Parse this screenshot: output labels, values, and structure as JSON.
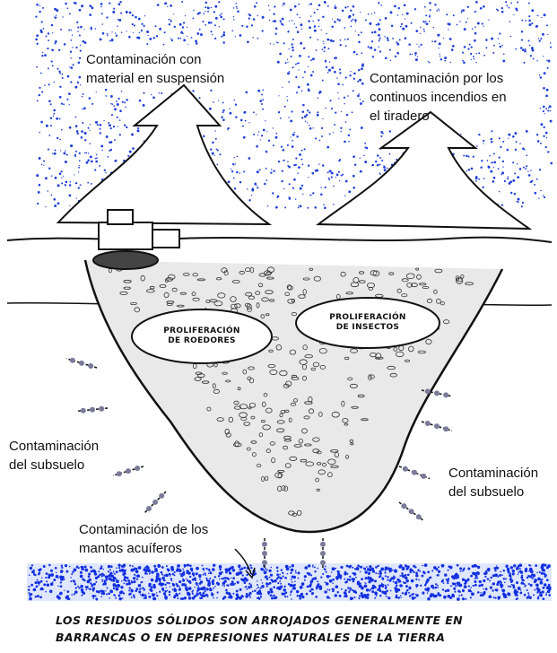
{
  "labels": {
    "suspension": [
      "Contaminación con",
      "material en suspensión"
    ],
    "fires": [
      "Contaminación por los",
      "continuos incendios en",
      "el tiradero"
    ],
    "subsoil_left": [
      "Contaminación",
      "del subsuelo"
    ],
    "subsoil_right": [
      "Contaminación",
      "del subsuelo"
    ],
    "aquifers": [
      "Contaminación de los",
      "mantos acuíferos"
    ]
  },
  "bubbles": {
    "rodents": [
      "Proliferación",
      "de roedores"
    ],
    "insects": [
      "Proliferación",
      "de insectos"
    ]
  },
  "caption": [
    "Los residuos sólidos son arrojados generalmente en",
    "barrancas o en depresiones naturales de la tierra"
  ],
  "colors": {
    "sky_speckle": "#1f3fd8",
    "water": "#1230e0",
    "ink": "#111111",
    "spore": "#7a7a9a"
  }
}
